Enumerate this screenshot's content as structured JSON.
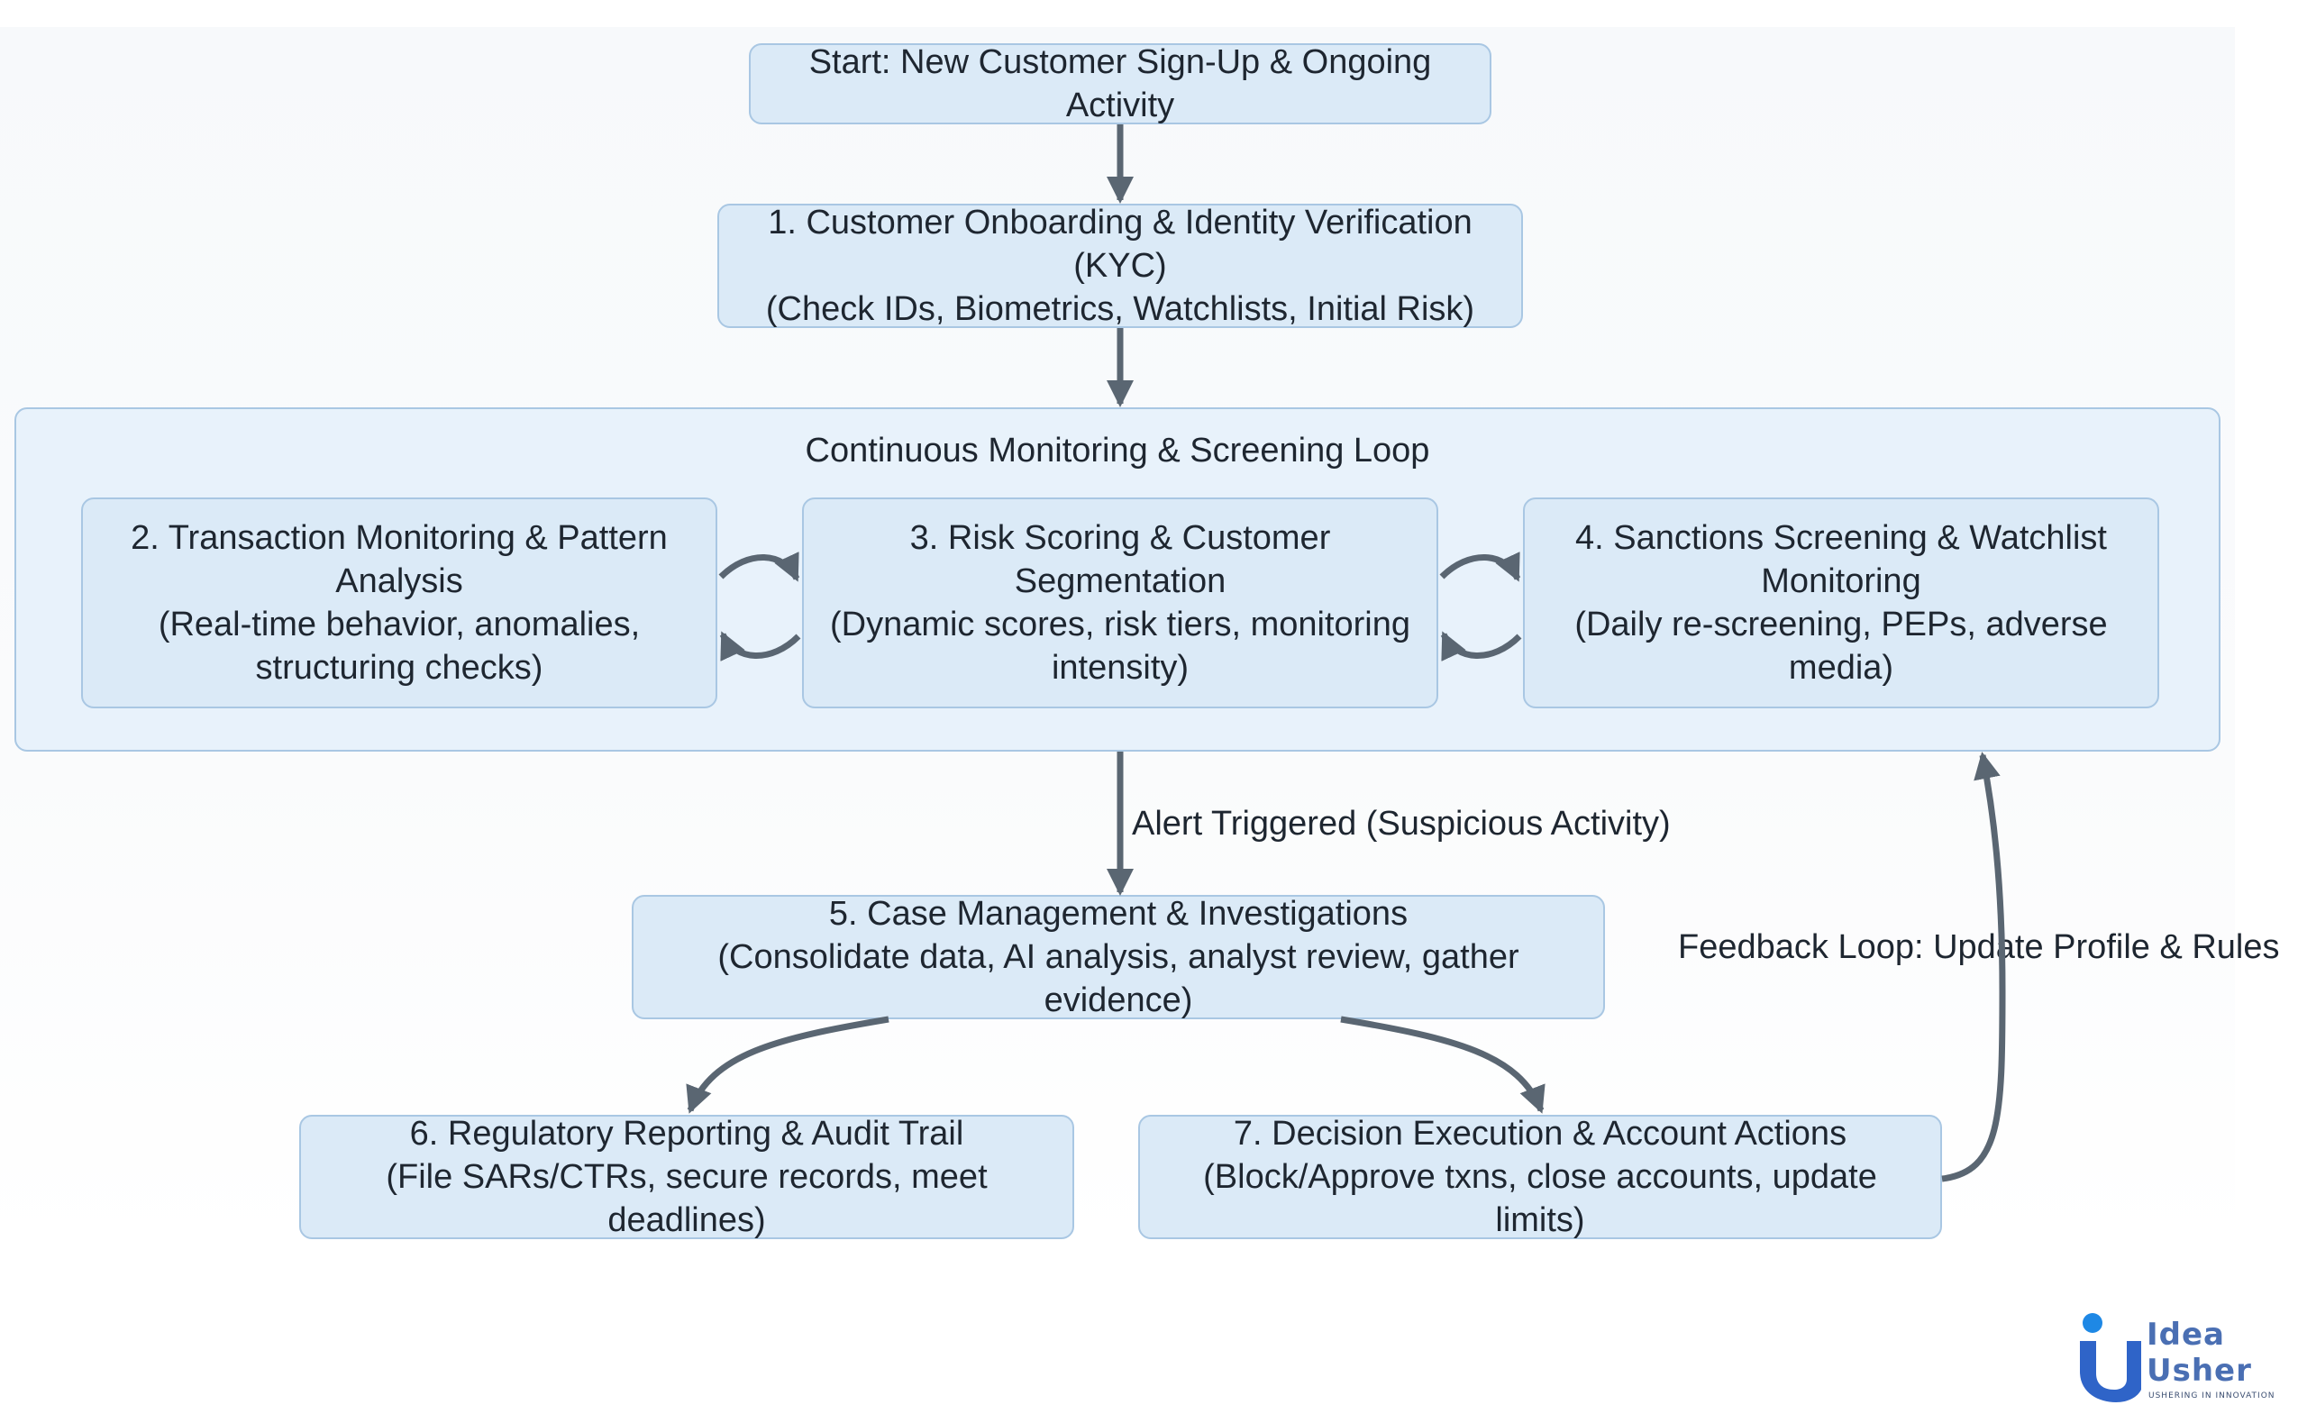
{
  "diagram": {
    "start": "Start: New Customer Sign-Up & Ongoing Activity",
    "step1": {
      "line1": "1. Customer Onboarding & Identity Verification (KYC)",
      "line2": "(Check IDs, Biometrics, Watchlists, Initial Risk)"
    },
    "loop": {
      "title": "Continuous Monitoring & Screening Loop",
      "step2": {
        "line1": "2. Transaction Monitoring & Pattern",
        "line2": "Analysis",
        "line3": "(Real-time behavior, anomalies,",
        "line4": "structuring checks)"
      },
      "step3": {
        "line1": "3. Risk Scoring & Customer",
        "line2": "Segmentation",
        "line3": "(Dynamic scores, risk tiers, monitoring",
        "line4": "intensity)"
      },
      "step4": {
        "line1": "4. Sanctions Screening & Watchlist",
        "line2": "Monitoring",
        "line3": "(Daily re-screening, PEPs, adverse",
        "line4": "media)"
      }
    },
    "alert_label": "Alert Triggered (Suspicious Activity)",
    "step5": {
      "line1": "5. Case Management & Investigations",
      "line2": "(Consolidate data, AI analysis, analyst review, gather evidence)"
    },
    "feedback_label": "Feedback Loop: Update Profile & Rules",
    "step6": {
      "line1": "6. Regulatory Reporting & Audit Trail",
      "line2": "(File SARs/CTRs, secure records, meet deadlines)"
    },
    "step7": {
      "line1": "7. Decision Execution & Account Actions",
      "line2": "(Block/Approve txns, close accounts, update limits)"
    }
  },
  "logo": {
    "word1": "Idea",
    "word2": "Usher",
    "tagline": "USHERING IN INNOVATION"
  },
  "colors": {
    "node_fill": "#dbeaf7",
    "node_border": "#a9c7e3",
    "container_fill": "#e8f2fb",
    "arrow": "#5a6672",
    "logo_blue": "#4a6fb3"
  }
}
